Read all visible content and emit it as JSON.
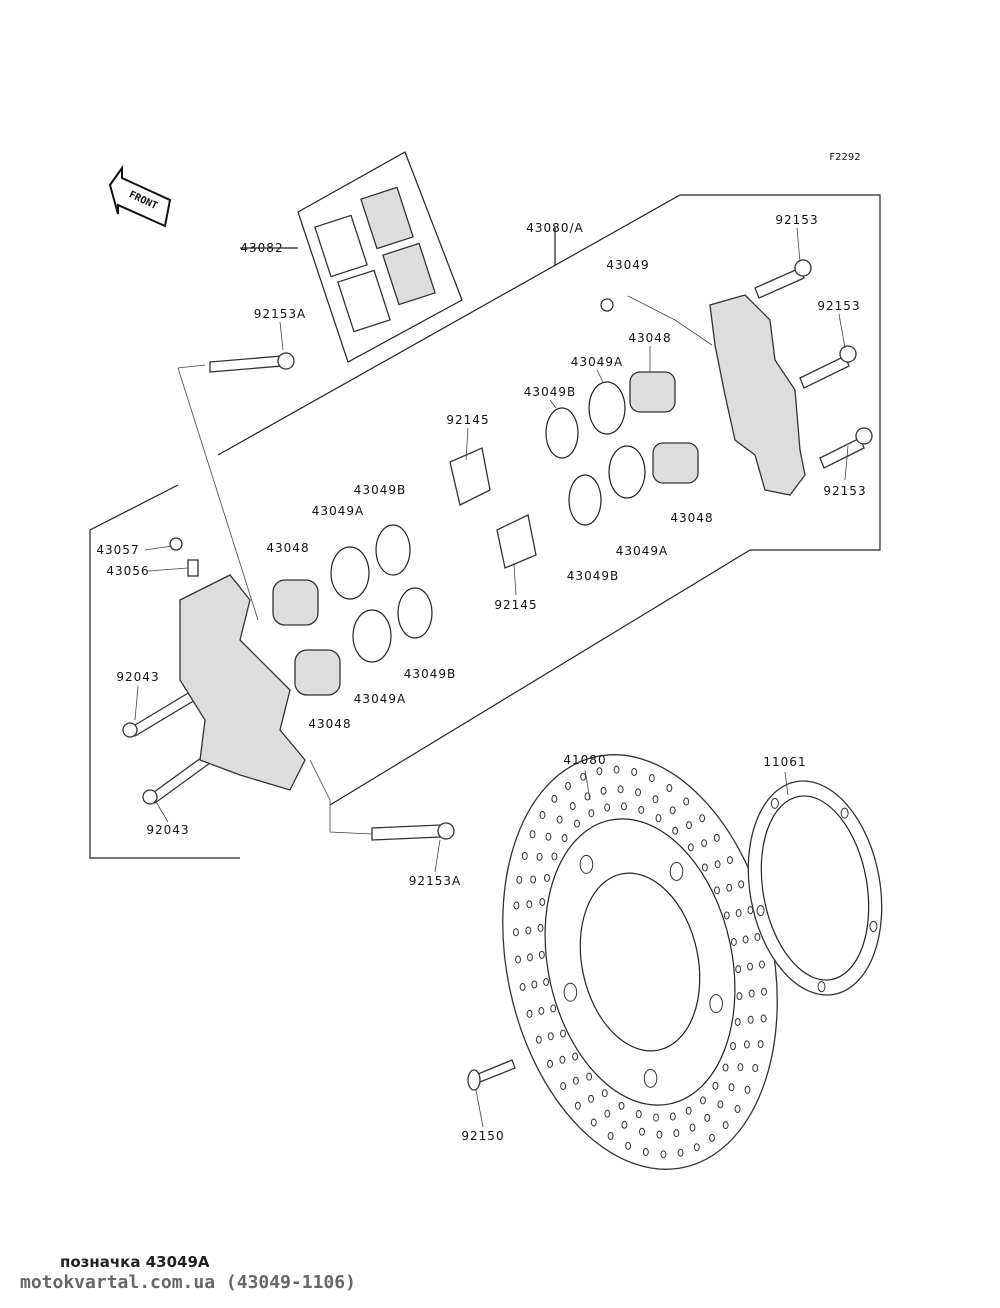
{
  "diagram": {
    "figure_code": "F2292",
    "front_label": "FRONT",
    "labels": [
      "43080/A",
      "92153",
      "43049",
      "92153",
      "43082",
      "92153A",
      "43048",
      "43049A",
      "43049B",
      "92145",
      "92153",
      "43049B",
      "43049A",
      "43048",
      "43049A",
      "43057",
      "43056",
      "43048",
      "43049B",
      "92145",
      "92043",
      "43049B",
      "43049A",
      "43048",
      "41080",
      "11061",
      "92043",
      "92153A",
      "92150"
    ]
  },
  "footer": {
    "caption": "позначка 43049A",
    "site": "motokvartal.com.ua (43049-1106)"
  }
}
